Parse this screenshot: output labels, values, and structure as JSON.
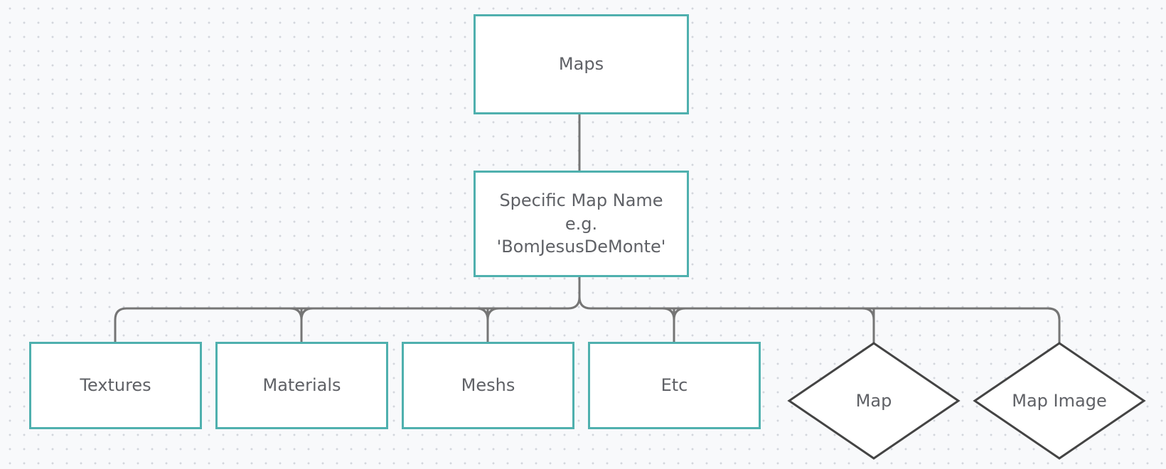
{
  "diagram": {
    "colors": {
      "box_border": "#4fb0ae",
      "connector": "#757575",
      "diamond_border": "#444444",
      "text": "#5f6166",
      "background": "#f8f9fb"
    },
    "root": {
      "label": "Maps"
    },
    "map_node": {
      "lines": [
        "Specific Map Name",
        "e.g.",
        "'BomJesusDeMonte'"
      ]
    },
    "children": [
      {
        "label": "Textures",
        "shape": "rectangle"
      },
      {
        "label": "Materials",
        "shape": "rectangle"
      },
      {
        "label": "Meshs",
        "shape": "rectangle"
      },
      {
        "label": "Etc",
        "shape": "rectangle"
      },
      {
        "label": "Map",
        "shape": "diamond"
      },
      {
        "label": "Map Image",
        "shape": "diamond"
      }
    ]
  }
}
